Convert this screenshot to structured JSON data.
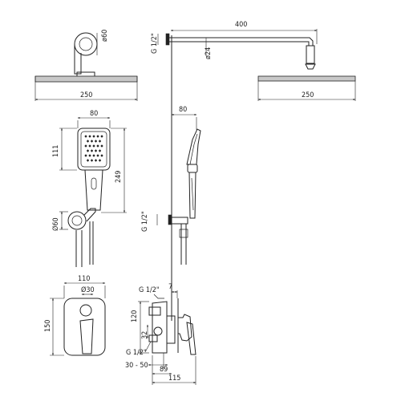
{
  "dimensions": {
    "arm_length": "400",
    "rose_collar_diameter": "ø60",
    "connection_top": "G 1/2\"",
    "arm_pipe_diameter": "ø24",
    "head_width_front": "250",
    "head_width_side": "250",
    "hand_shower_width": "80",
    "hand_shower_head_height": "111",
    "hand_shower_total_height": "249",
    "bracket_diameter": "Ø60",
    "hand_shower_offset": "80",
    "connection_middle": "G 1/2\"",
    "mixer_plate_width": "110",
    "mixer_knob_diameter": "Ø30",
    "mixer_plate_height": "150",
    "mixer_inlet_top": "G 1/2\"",
    "mixer_inlet_bottom": "G 1/2\"",
    "mixer_offset": "7",
    "mixer_body_height": "120",
    "mixer_inlet_spacing": "32",
    "mixer_install_depth": "30 - 50",
    "mixer_body_depth": "89",
    "mixer_total_depth": "115"
  }
}
